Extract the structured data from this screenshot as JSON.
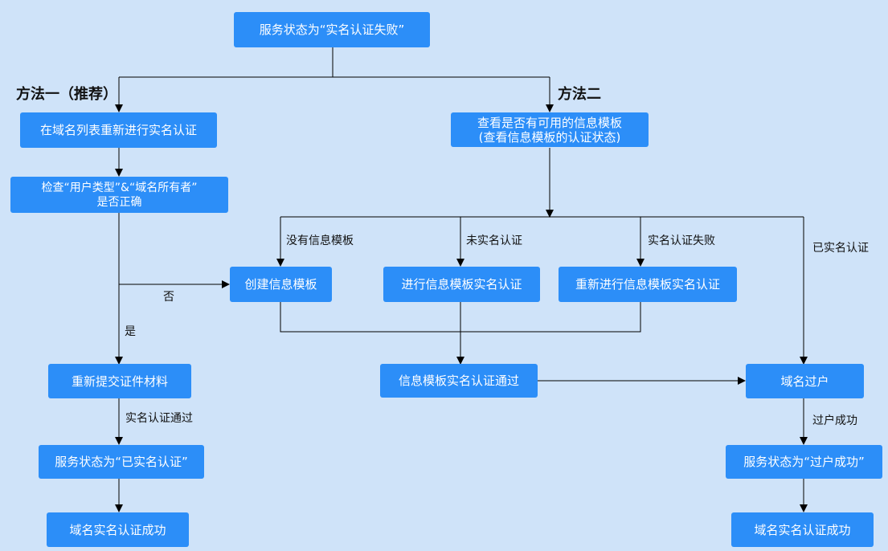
{
  "nodes": {
    "start": "服务状态为“实名认证失败”",
    "m1_step1": "在域名列表重新进行实名认证",
    "m1_check_line1": "检查“用户类型”&“域名所有者”",
    "m1_check_line2": "是否正确",
    "m1_resubmit": "重新提交证件材料",
    "m1_status_verified": "服务状态为“已实名认证”",
    "m1_success": "域名实名认证成功",
    "m2_view_line1": "查看是否有可用的信息模板",
    "m2_view_line2": "(查看信息模板的认证状态)",
    "create_template": "创建信息模板",
    "verify_template": "进行信息模板实名认证",
    "reverify_template": "重新进行信息模板实名认证",
    "template_passed": "信息模板实名认证通过",
    "domain_transfer": "域名过户",
    "m2_status_transferred": "服务状态为“过户成功”",
    "m2_success": "域名实名认证成功"
  },
  "headings": {
    "method1": "方法一（推荐）",
    "method2": "方法二"
  },
  "edge_labels": {
    "no": "否",
    "yes": "是",
    "verify_passed": "实名认证通过",
    "no_template": "没有信息模板",
    "not_verified": "未实名认证",
    "verify_failed": "实名认证失败",
    "verified": "已实名认证",
    "transfer_success": "过户成功"
  },
  "colors": {
    "background": "#cfe3f9",
    "node_fill": "#2c8ef8",
    "node_text": "#ffffff",
    "line": "#000000"
  }
}
